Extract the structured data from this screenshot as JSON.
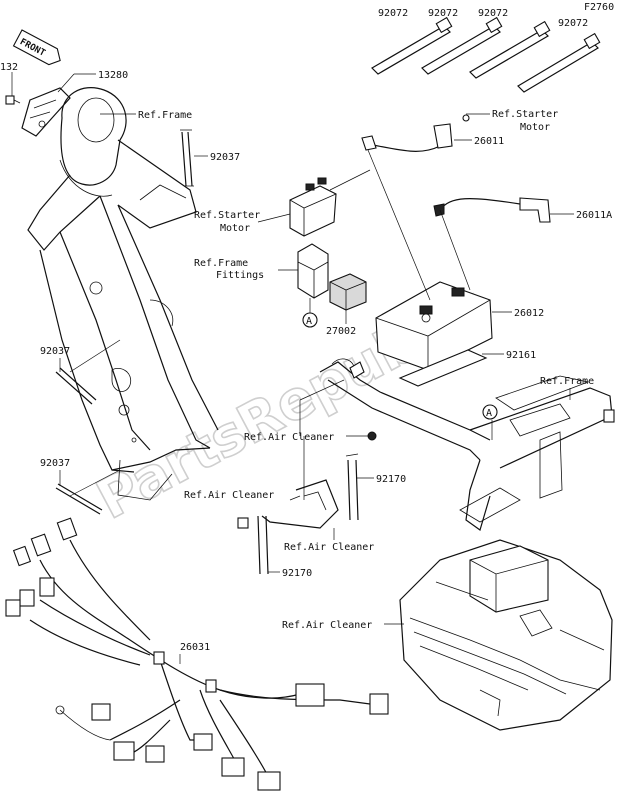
{
  "figure_code": "F2760",
  "front_tag": "FRONT",
  "watermark": "PartsRepublik",
  "labels": {
    "p132": "132",
    "p13280": "13280",
    "ref_frame_1": "Ref.Frame",
    "p92037_a": "92037",
    "p92037_b": "92037",
    "p92037_c": "92037",
    "p92072_a": "92072",
    "p92072_b": "92072",
    "p92072_c": "92072",
    "p92072_d": "92072",
    "ref_starter_motor_1a": "Ref.Starter",
    "ref_starter_motor_1b": "Motor",
    "p26011": "26011",
    "ref_starter_motor_2a": "Ref.Starter",
    "ref_starter_motor_2b": "Motor",
    "p26011A": "26011A",
    "ref_frame_fittings_a": "Ref.Frame",
    "ref_frame_fittings_b": "Fittings",
    "p27002": "27002",
    "p26012": "26012",
    "p92161": "92161",
    "ref_frame_2": "Ref.Frame",
    "ref_air_cleaner_1": "Ref.Air Cleaner",
    "p92170_a": "92170",
    "ref_air_cleaner_2": "Ref.Air Cleaner",
    "ref_air_cleaner_3": "Ref.Air Cleaner",
    "p92170_b": "92170",
    "ref_air_cleaner_4": "Ref.Air Cleaner",
    "p26031": "26031",
    "callout_a_1": "A",
    "callout_a_2": "A"
  }
}
